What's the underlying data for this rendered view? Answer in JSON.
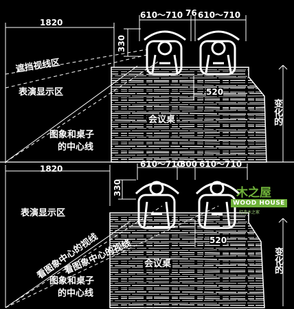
{
  "diagrams": [
    {
      "id": "top",
      "dimensions": {
        "left_width": "1820",
        "seat_width_1": "610～710",
        "gap": "76",
        "seat_width_2": "610～710",
        "depth": "330",
        "offset": "520"
      },
      "labels": {
        "occluded_view_zone": "遮挡视线区",
        "display_zone": "表演显示区",
        "center_line": [
          "图象和桌子",
          "的中心线"
        ],
        "table": "会议桌",
        "variable": "变化的"
      }
    },
    {
      "id": "bottom",
      "dimensions": {
        "left_width": "1820",
        "seat_width_1": "610～710",
        "gap": "300",
        "seat_width_2": "610～710",
        "depth": "330",
        "offset": "520"
      },
      "labels": {
        "display_zone": "表演显示区",
        "sightline_1": "看图象中心的视线",
        "sightline_2": "看图象中心的视线",
        "center_line": [
          "图象和桌子",
          "的中心线"
        ],
        "table": "会议桌",
        "variable": "变化的"
      }
    }
  ],
  "watermark": {
    "logo": "木之屋",
    "name": "WOOD HOUSE",
    "tagline": "打造木之家"
  },
  "colors": {
    "background": "#000000",
    "line": "#ffffff",
    "watermark": "#6fb23a"
  }
}
